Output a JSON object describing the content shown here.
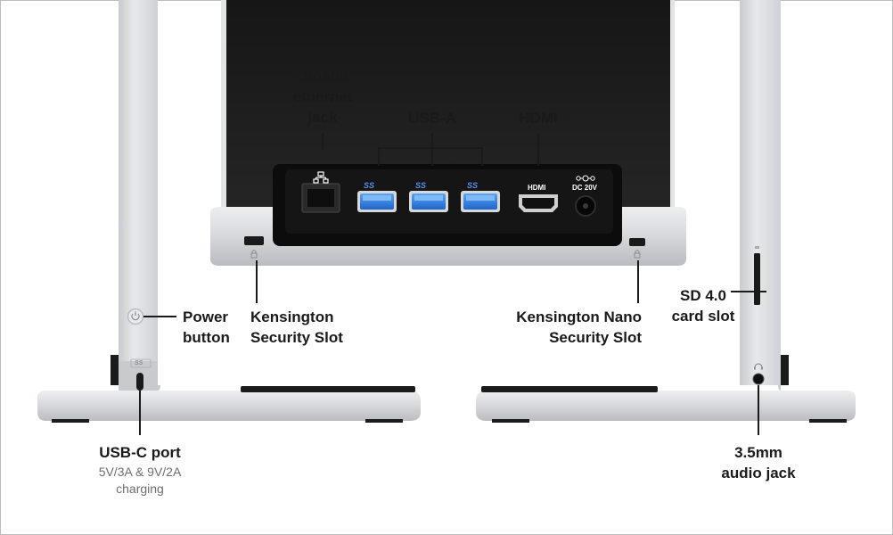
{
  "colors": {
    "dock_body": "#1a1a1a",
    "aluminum": "#d4d6d9",
    "usb_blue": "#2f7fe0",
    "leader_line": "#1a1a1a",
    "caption_gray": "#6e6e6e"
  },
  "callouts": {
    "ethernet": {
      "line1": "Gigabit",
      "line2": "ethernet",
      "line3": "jack"
    },
    "usb_a": "USB-A",
    "hdmi": "HDMI",
    "power_button": {
      "line1": "Power",
      "line2": "button"
    },
    "kensington": {
      "line1": "Kensington",
      "line2": "Security Slot"
    },
    "kensington_nano": {
      "line1": "Kensington Nano",
      "line2": "Security Slot"
    },
    "sd_card": {
      "line1": "SD 4.0",
      "line2": "card slot"
    },
    "usb_c": {
      "title": "USB-C port",
      "spec_line1": "5V/3A & 9V/2A",
      "spec_line2": "charging"
    },
    "audio_jack": {
      "line1": "3.5mm",
      "line2": "audio jack"
    }
  },
  "port_markings": {
    "hdmi": "HDMI",
    "dc_in": "DC 20V",
    "usb_logo": "SS"
  },
  "icons": [
    "ethernet-icon",
    "lock-icon",
    "power-icon",
    "headphone-icon",
    "usb-ss-icon",
    "dc-polarity-icon"
  ]
}
